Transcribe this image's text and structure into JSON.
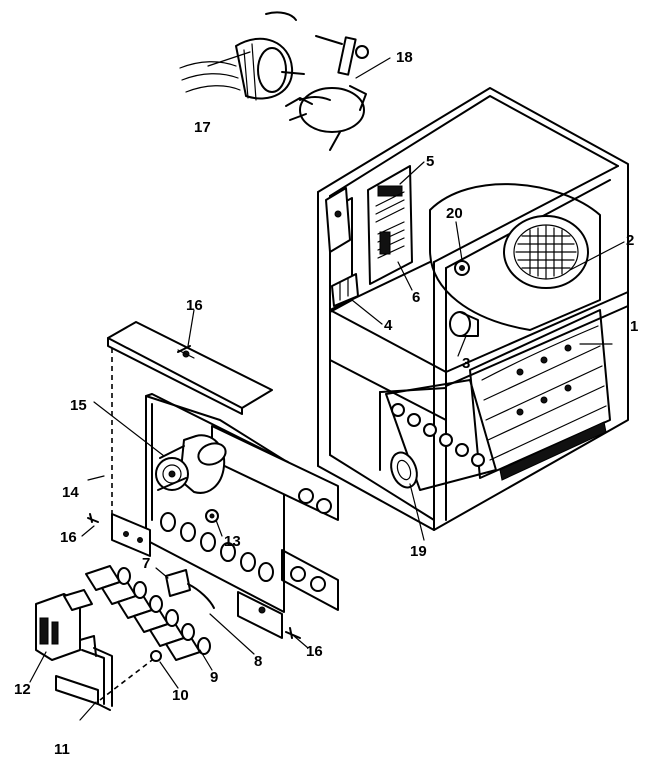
{
  "callouts": [
    {
      "id": "c1",
      "text": "1"
    },
    {
      "id": "c2",
      "text": "2"
    },
    {
      "id": "c3",
      "text": "3"
    },
    {
      "id": "c4",
      "text": "4"
    },
    {
      "id": "c5",
      "text": "5"
    },
    {
      "id": "c6",
      "text": "6"
    },
    {
      "id": "c7",
      "text": "7"
    },
    {
      "id": "c8",
      "text": "8"
    },
    {
      "id": "c9",
      "text": "9"
    },
    {
      "id": "c10",
      "text": "10"
    },
    {
      "id": "c11",
      "text": "11"
    },
    {
      "id": "c12",
      "text": "12"
    },
    {
      "id": "c13",
      "text": "13"
    },
    {
      "id": "c14",
      "text": "14"
    },
    {
      "id": "c15",
      "text": "15"
    },
    {
      "id": "c16a",
      "text": "16"
    },
    {
      "id": "c16b",
      "text": "16"
    },
    {
      "id": "c16c",
      "text": "16"
    },
    {
      "id": "c17",
      "text": "17"
    },
    {
      "id": "c18",
      "text": "18"
    },
    {
      "id": "c19",
      "text": "19"
    },
    {
      "id": "c20",
      "text": "20"
    }
  ]
}
